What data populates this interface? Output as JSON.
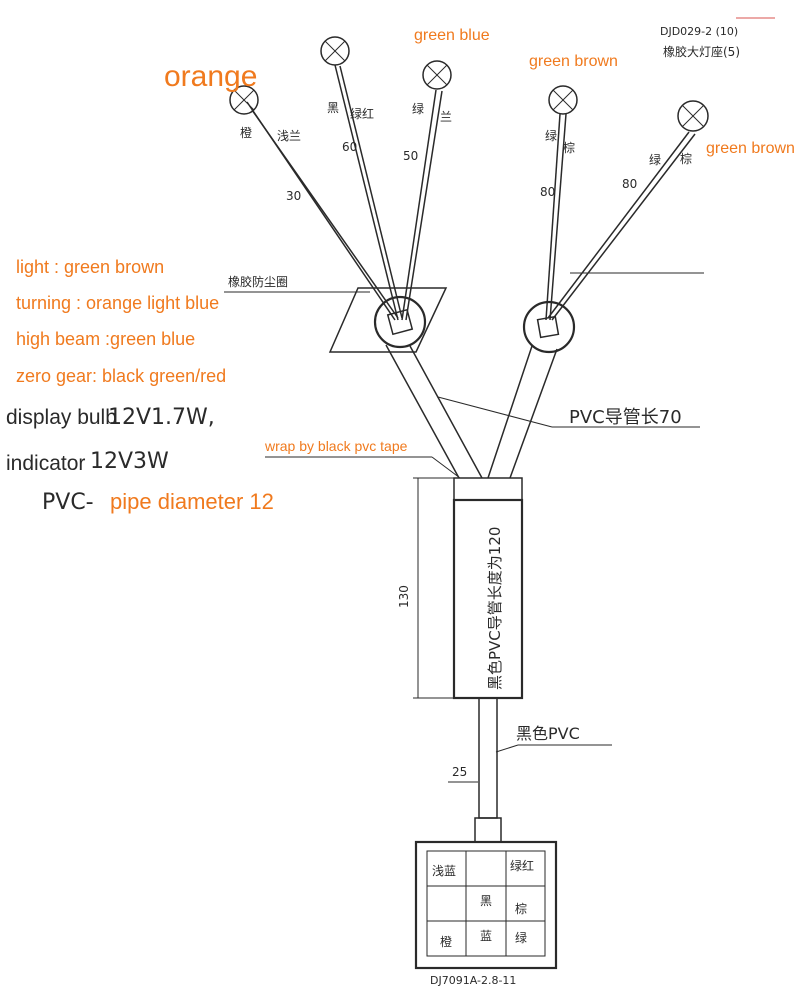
{
  "title_block": {
    "code": "DJD029-2 (10)",
    "name": "橡胶大灯座(5)"
  },
  "annotations_en": {
    "orange": "orange",
    "green_blue": "green blue",
    "green_brown_1": "green brown",
    "green_brown_2": "green brown",
    "wrap_tape": "wrap by black pvc tape"
  },
  "legend": {
    "light": "light : green brown",
    "turning": "turning : orange light blue",
    "high_beam": "high beam :green blue",
    "zero_gear": "zero gear: black green/red",
    "display_bulb_label": "display bulb",
    "display_bulb_value": "12V1.7W,",
    "indicator_label": "indicator",
    "indicator_value": "12V3W",
    "pvc_prefix": "PVC-",
    "pvc_value": "pipe diameter 12"
  },
  "wires": {
    "orange_lightblue": {
      "c1": "橙",
      "c2": "浅兰",
      "length": "30"
    },
    "black_greenred": {
      "c1": "黑",
      "c2": "绿红",
      "length": "60"
    },
    "green_blue": {
      "c1": "绿",
      "c2": "兰",
      "length": "50"
    },
    "green_brown_a": {
      "c1": "绿",
      "c2": "棕",
      "length": "80"
    },
    "green_brown_b": {
      "c1": "绿",
      "c2": "棕",
      "length": "80"
    }
  },
  "labels_cn": {
    "rubber_grommet": "橡胶防尘圈",
    "pvc_tube_70": "PVC导管长70",
    "pvc_black_120": "黑色PVC导管长度为120",
    "black_pvc": "黑色PVC",
    "second_grommet": ""
  },
  "dimensions": {
    "sleeve_length": "130",
    "tail_length": "25"
  },
  "connector": {
    "cells": [
      "浅蓝",
      "",
      "绿红",
      "",
      "黑",
      "棕",
      "橙",
      "蓝",
      "绿"
    ],
    "part_no": "DJ7091A-2.8-11"
  },
  "colors": {
    "annotation": "#f07a1e",
    "line": "#2a2a2a"
  }
}
